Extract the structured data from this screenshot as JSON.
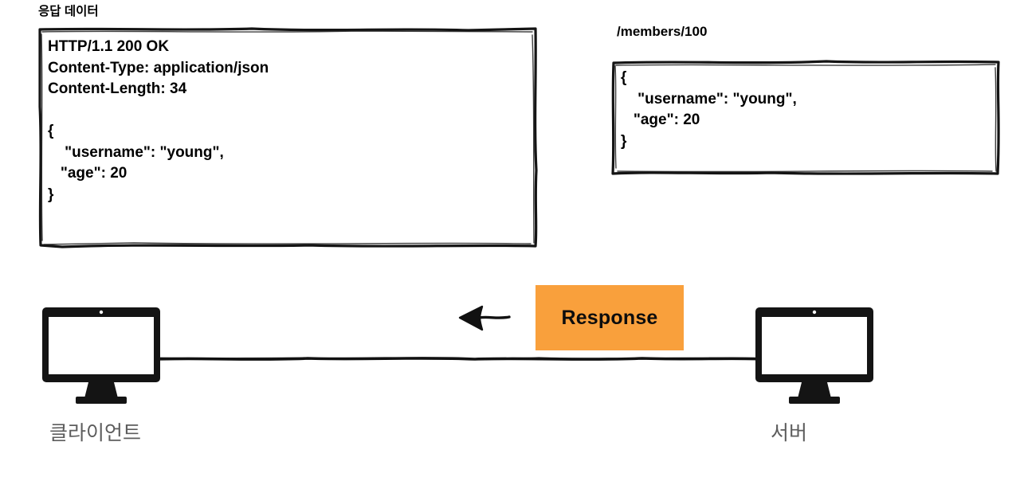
{
  "page": {
    "title": "HTTP Response diagram",
    "background": "#ffffff"
  },
  "response_panel": {
    "caption": "응답 데이터",
    "code": "HTTP/1.1 200 OK\nContent-Type: application/json\nContent-Length: 34\n\n{\n    \"username\": \"young\",\n   \"age\": 20\n}",
    "lines": [
      "HTTP/1.1 200 OK",
      "Content-Type: application/json",
      "Content-Length: 34",
      "",
      "{",
      "    \"username\": \"young\",",
      "   \"age\": 20",
      "}"
    ]
  },
  "body_panel": {
    "caption": "/members/100",
    "code": "{\n    \"username\": \"young\",\n   \"age\": 20\n}",
    "lines": [
      "{",
      "    \"username\": \"young\",",
      "   \"age\": 20",
      "}"
    ]
  },
  "diagram": {
    "client_label": "클라이언트",
    "server_label": "서버",
    "message_label": "Response",
    "message_color": "#f9a03c",
    "arrow_direction": "left",
    "label_color": "#5d5d5d",
    "ink_color": "#111111"
  }
}
